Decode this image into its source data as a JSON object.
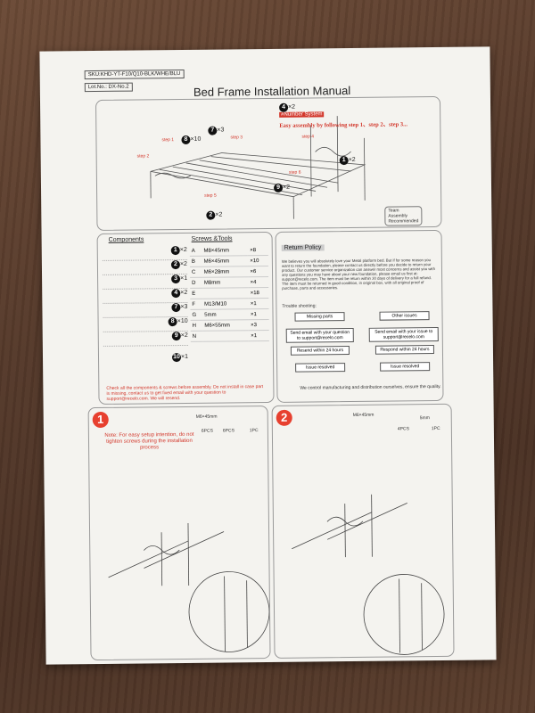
{
  "sku": "SKU:KHD-YT-F10/Q10-BLK/WHE/BLU",
  "lot": "Lot.No.: DX-No.2",
  "title": "Bed Frame Installation Manual",
  "number_system": {
    "label": "#Number System",
    "tagline": "Easy assembly by following step 1、step 2、step 3..."
  },
  "diagram_labels": {
    "c4x2": "×2",
    "c8x10": "×10",
    "c7x3": "×3",
    "c1x2": "×2",
    "c9x2": "×2",
    "c2x2": "×2",
    "steps": [
      "step 1",
      "step 2",
      "step 3",
      "step 4",
      "step 5",
      "step 6"
    ]
  },
  "team_note": [
    "Team",
    "Assembly",
    "Recommended"
  ],
  "components_header": "Components",
  "components": [
    {
      "qty": "×2"
    },
    {
      "qty": "×2"
    },
    {
      "qty": "×1"
    },
    {
      "qty": "×2"
    },
    {
      "qty": "×3"
    },
    {
      "qty": "×10"
    },
    {
      "qty": "×2"
    },
    {
      "qty": "×1"
    }
  ],
  "screws_header": "Screws &Tools",
  "screws": [
    {
      "letter": "A",
      "size": "M8×45mm",
      "qty": "×8"
    },
    {
      "letter": "B",
      "size": "M6×45mm",
      "qty": "×10"
    },
    {
      "letter": "C",
      "size": "M6×28mm",
      "qty": "×6"
    },
    {
      "letter": "D",
      "size": "M8mm",
      "qty": "×4"
    },
    {
      "letter": "E",
      "size": "",
      "qty": "×18"
    },
    {
      "letter": "F",
      "size": "M13/M10",
      "qty": "×1"
    },
    {
      "letter": "G",
      "size": "5mm",
      "qty": "×1"
    },
    {
      "letter": "H",
      "size": "M6×55mm",
      "qty": "×3"
    },
    {
      "letter": "N",
      "size": "",
      "qty": "×1"
    }
  ],
  "check_note": "Check all the components & screws before assembly. Do not install in case part is missing, contact us to get fixed email with your question to support@recelo.com. We will resend.",
  "return_policy": {
    "title": "Return Policy",
    "body": "We believes you will absolutely love your Metal platform bed. But if for some reason you want to return the foundation, please contact us directly before you decide to return your product. Our customer service organization can answer most concerns and assist you with any questions you may have about your new foundation, please email us first at: support@recelo.com. The item must be return within 30 days of delivery for a full refund. The item must be returned in good condition, in original box, with all original proof of purchase, parts and accessories.",
    "troubleshoot": "Trouble shooting:",
    "left_flow": [
      "Missing parts",
      "Send email with your question to support@recelo.com",
      "Resend within 24 hours",
      "Issue resolved"
    ],
    "right_flow": [
      "Other issues",
      "Send email with your issue to support@recelo.com",
      "Respond within 24 hours",
      "Issue resolved"
    ],
    "footer": "We control manufacturing and distribution ourselves, ensure the quality."
  },
  "step1": {
    "num": "1",
    "note": "Note: For easy setup intention, do not tighten screws during the installation process",
    "parts": [
      "M6×45mm",
      "6PCS",
      "6PCS",
      "1PC"
    ]
  },
  "step2": {
    "num": "2",
    "parts": [
      "M6×45mm",
      "4PCS",
      "5mm",
      "1PC"
    ]
  }
}
